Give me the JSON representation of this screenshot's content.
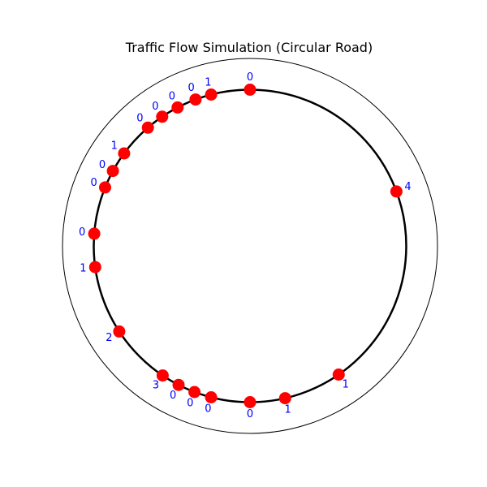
{
  "chart_data": {
    "type": "scatter",
    "title": "Traffic Flow Simulation (Circular Road)",
    "coordinate_system": "polar",
    "angle_unit": "degrees",
    "angle_zero": "east",
    "angle_direction": "counterclockwise",
    "road_radius": 1.0,
    "outer_circle_radius": 1.2,
    "grid": false,
    "series": [
      {
        "type": "scatter",
        "point_label_field": "label",
        "points": [
          {
            "angle": 20.4,
            "label": "4"
          },
          {
            "angle": 90.0,
            "label": "0"
          },
          {
            "angle": 104.4,
            "label": "1"
          },
          {
            "angle": 110.4,
            "label": "0"
          },
          {
            "angle": 117.6,
            "label": "0"
          },
          {
            "angle": 124.2,
            "label": "0"
          },
          {
            "angle": 130.8,
            "label": "0"
          },
          {
            "angle": 143.7,
            "label": "1"
          },
          {
            "angle": 151.3,
            "label": "0"
          },
          {
            "angle": 158.0,
            "label": "0"
          },
          {
            "angle": 175.5,
            "label": "0"
          },
          {
            "angle": 187.8,
            "label": "1"
          },
          {
            "angle": 213.2,
            "label": "2"
          },
          {
            "angle": 236.0,
            "label": "3"
          },
          {
            "angle": 242.8,
            "label": "0"
          },
          {
            "angle": 249.2,
            "label": "0"
          },
          {
            "angle": 255.6,
            "label": "0"
          },
          {
            "angle": 270.0,
            "label": "0"
          },
          {
            "angle": 283.0,
            "label": "1"
          },
          {
            "angle": 304.6,
            "label": "1"
          }
        ]
      }
    ],
    "colors": {
      "road": "#000000",
      "outer_circle": "#000000",
      "markers": "#ff0000",
      "labels": "#0000ff"
    }
  }
}
